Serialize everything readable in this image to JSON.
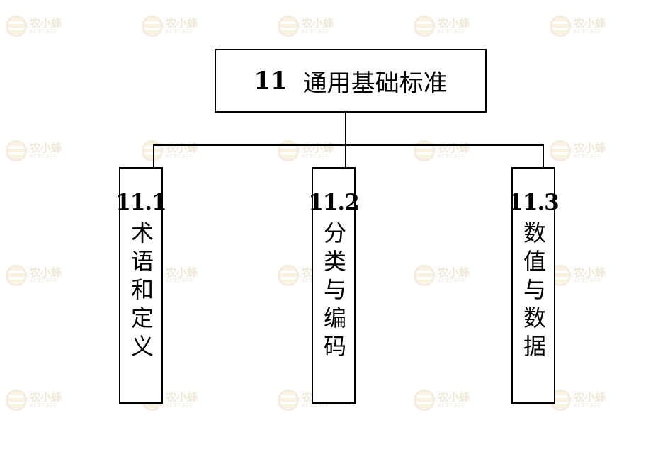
{
  "watermark": {
    "cn": "农小蜂",
    "en": "BEEDATA"
  },
  "root": {
    "number": "11",
    "title": "通用基础标准"
  },
  "children": [
    {
      "number": "11.1",
      "label": "术语和定义"
    },
    {
      "number": "11.2",
      "label": "分类与编码"
    },
    {
      "number": "11.3",
      "label": "数值与数据"
    }
  ],
  "colors": {
    "line": "#000000",
    "background": "#ffffff",
    "watermark": "#b08a30"
  }
}
